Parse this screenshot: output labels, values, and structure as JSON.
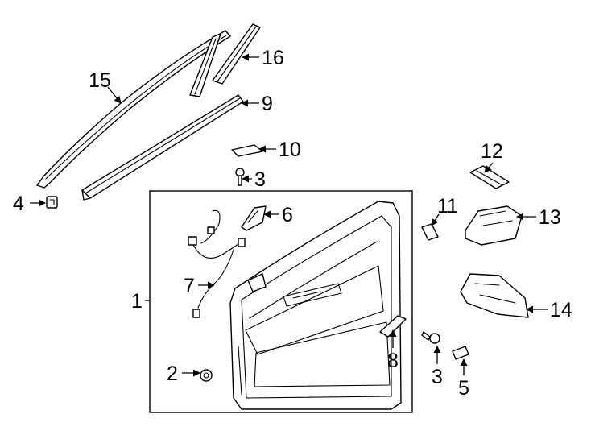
{
  "callouts": [
    {
      "id": "c15",
      "label": "15"
    },
    {
      "id": "c16",
      "label": "16"
    },
    {
      "id": "c9",
      "label": "9"
    },
    {
      "id": "c10",
      "label": "10"
    },
    {
      "id": "c3a",
      "label": "3"
    },
    {
      "id": "c4",
      "label": "4"
    },
    {
      "id": "c6",
      "label": "6"
    },
    {
      "id": "c12",
      "label": "12"
    },
    {
      "id": "c11",
      "label": "11"
    },
    {
      "id": "c13",
      "label": "13"
    },
    {
      "id": "c1",
      "label": "1"
    },
    {
      "id": "c7",
      "label": "7"
    },
    {
      "id": "c14",
      "label": "14"
    },
    {
      "id": "c2",
      "label": "2"
    },
    {
      "id": "c8",
      "label": "8"
    },
    {
      "id": "c3b",
      "label": "3"
    },
    {
      "id": "c5",
      "label": "5"
    }
  ]
}
